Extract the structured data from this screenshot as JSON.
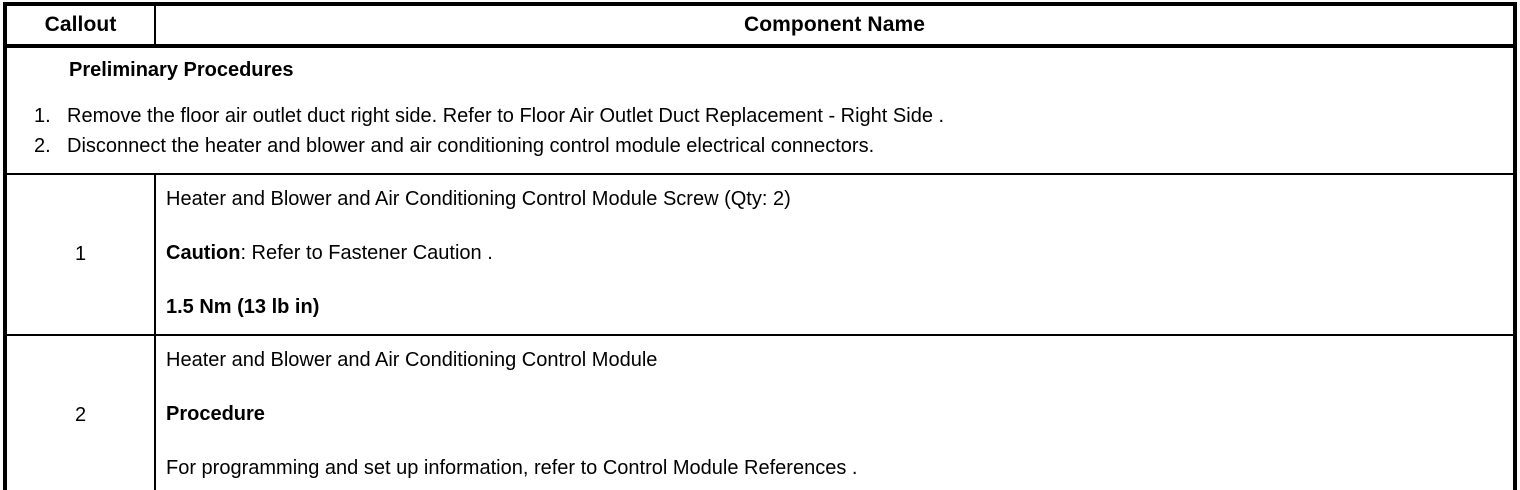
{
  "table": {
    "headers": {
      "callout": "Callout",
      "component": "Component Name"
    },
    "preliminary": {
      "title": "Preliminary Procedures",
      "steps": [
        "Remove the floor air outlet duct right side. Refer to Floor Air Outlet Duct Replacement - Right Side .",
        "Disconnect the heater and blower and air conditioning control module electrical connectors."
      ]
    },
    "rows": [
      {
        "callout": "1",
        "lines": [
          {
            "text": "Heater and Blower and Air Conditioning Control Module Screw (Qty: 2)",
            "style": "normal"
          },
          {
            "lead": "Caution",
            "rest": ": Refer to Fastener Caution .",
            "style": "lead-bold"
          },
          {
            "text": "1.5 Nm (13 lb in)",
            "style": "bold"
          }
        ]
      },
      {
        "callout": "2",
        "lines": [
          {
            "text": "Heater and Blower and Air Conditioning Control Module",
            "style": "normal"
          },
          {
            "text": "Procedure",
            "style": "bold"
          },
          {
            "text": "For programming and set up information, refer to Control Module References .",
            "style": "normal"
          }
        ]
      }
    ]
  }
}
